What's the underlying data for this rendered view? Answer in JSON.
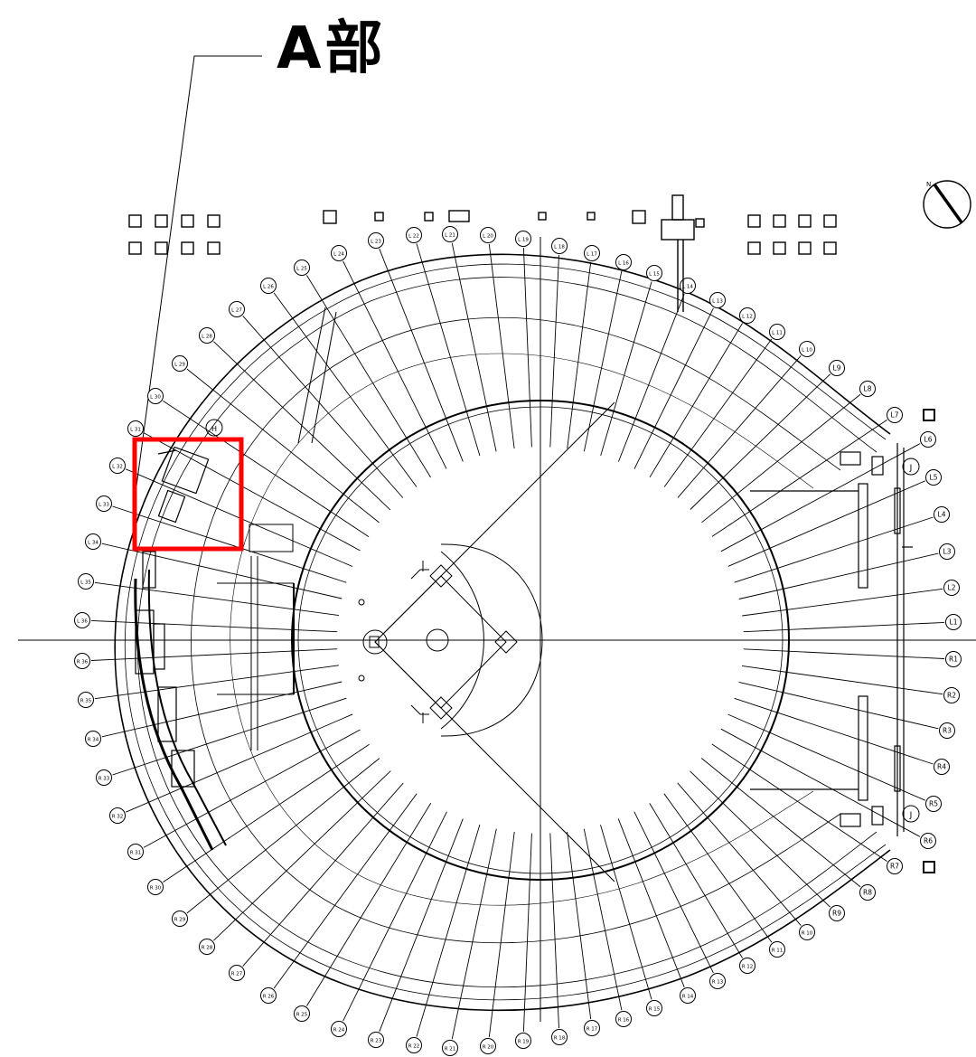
{
  "title": "A部",
  "highlight_color": "#ff0000",
  "line_color": "#000000",
  "north_label": "N",
  "grid_label_j": "J",
  "grid_label_h": "H",
  "left_grid_labels": [
    "L1",
    "L2",
    "L3",
    "L4",
    "L5",
    "L6",
    "L7",
    "L8",
    "L9",
    "L 10",
    "L 11",
    "L 12",
    "L 13",
    "L 14",
    "L 15",
    "L 16",
    "L 17",
    "L 18",
    "L 19",
    "L 20",
    "L 21",
    "L 22",
    "L 23",
    "L 24",
    "L 25",
    "L 26",
    "L 27",
    "L 28",
    "L 29",
    "L 30",
    "L 31",
    "L 32",
    "L 33",
    "L 34",
    "L 35",
    "L 36"
  ],
  "right_grid_labels": [
    "R1",
    "R2",
    "R3",
    "R4",
    "R5",
    "R6",
    "R7",
    "R8",
    "R9",
    "R 10",
    "R 11",
    "R 12",
    "R 13",
    "R 14",
    "R 15",
    "R 16",
    "R 17",
    "R 18",
    "R 19",
    "R 20",
    "R 21",
    "R 22",
    "R 23",
    "R 24",
    "R 25",
    "R 26",
    "R 27",
    "R 28",
    "R 29",
    "R 30",
    "R 31",
    "R 32",
    "R 33",
    "R 34",
    "R 35",
    "R 36"
  ]
}
